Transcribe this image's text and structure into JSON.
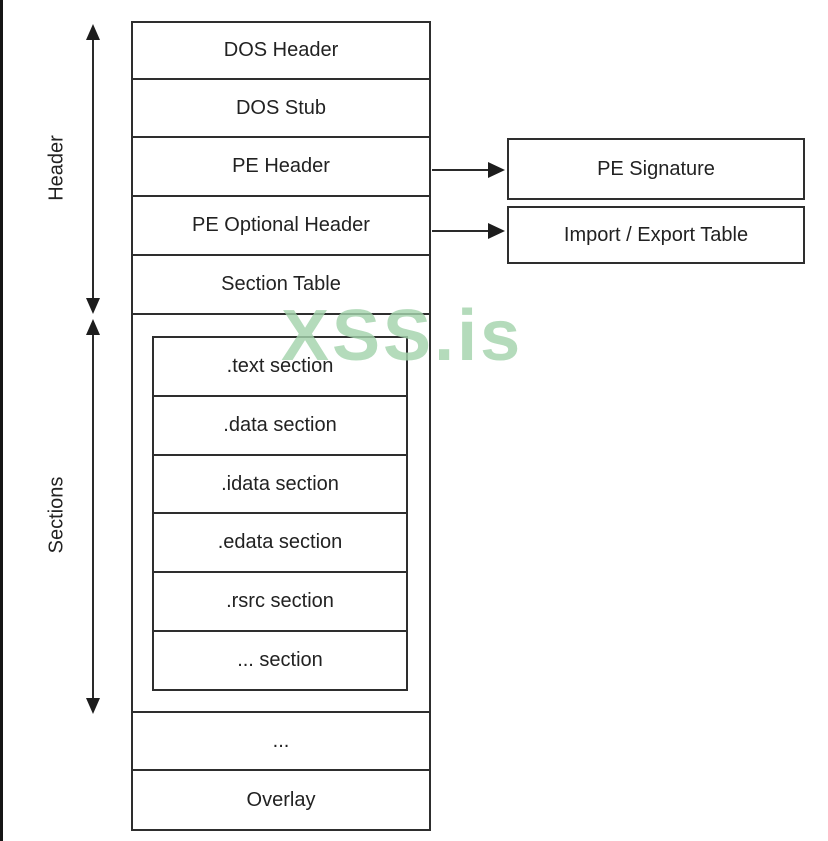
{
  "watermark": {
    "text": "XSS.is",
    "color_hex": "#a4d3ac"
  },
  "colors": {
    "background": "#ffffff",
    "line": "#2e2e2e",
    "text": "#222222",
    "page_edge": "#161616"
  },
  "left_labels": {
    "header": "Header",
    "sections": "Sections"
  },
  "stack": {
    "dos_header": "DOS Header",
    "dos_stub": "DOS Stub",
    "pe_header": "PE Header",
    "pe_optional_header": "PE Optional Header",
    "section_table": "Section Table",
    "ellipsis_row": "...",
    "overlay": "Overlay"
  },
  "sections": {
    "text_section": ".text section",
    "data_section": ".data section",
    "idata_section": ".idata section",
    "edata_section": ".edata section",
    "rsrc_section": ".rsrc section",
    "more_section": "... section"
  },
  "side_boxes": {
    "pe_signature": "PE Signature",
    "import_export_table": "Import / Export Table"
  }
}
